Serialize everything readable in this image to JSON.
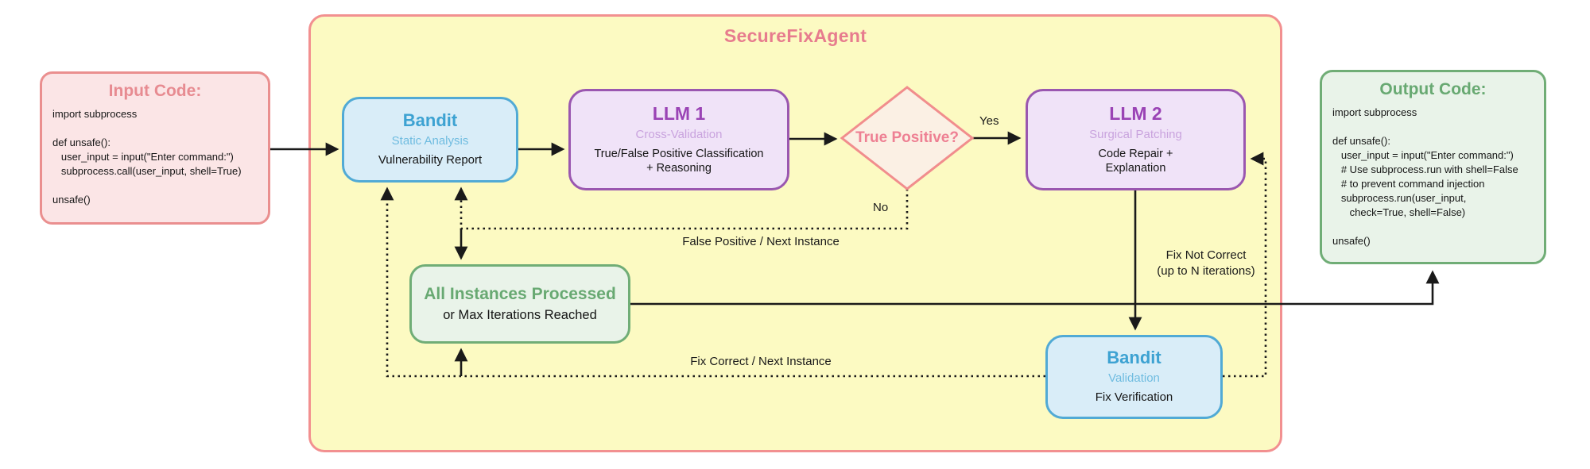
{
  "diagram": {
    "container": {
      "title": "SecureFixAgent"
    },
    "input_box": {
      "title": "Input Code:",
      "code": "import subprocess\n\ndef unsafe():\n   user_input = input(\"Enter command:\")\n   subprocess.call(user_input, shell=True)\n\nunsafe()"
    },
    "output_box": {
      "title": "Output Code:",
      "code": "import subprocess\n\ndef unsafe():\n   user_input = input(\"Enter command:\")\n   # Use subprocess.run with shell=False\n   # to prevent command injection\n   subprocess.run(user_input,\n      check=True, shell=False)\n\nunsafe()"
    },
    "bandit_static": {
      "title": "Bandit",
      "subtitle": "Static Analysis",
      "body": "Vulnerability Report"
    },
    "llm1": {
      "title": "LLM 1",
      "subtitle": "Cross-Validation",
      "body": "True/False Positive Classification\n+ Reasoning"
    },
    "decision": {
      "label": "True Positive?"
    },
    "llm2": {
      "title": "LLM 2",
      "subtitle": "Surgical Patching",
      "body": "Code Repair +\nExplanation"
    },
    "all_instances": {
      "title": "All Instances Processed",
      "body": "or Max Iterations Reached"
    },
    "bandit_validation": {
      "title": "Bandit",
      "subtitle": "Validation",
      "body": "Fix Verification"
    },
    "edge_labels": {
      "yes": "Yes",
      "no": "No",
      "false_positive": "False Positive / Next Instance",
      "fix_correct": "Fix Correct / Next Instance",
      "fix_not_correct": "Fix Not Correct\n(up to N iterations)"
    },
    "colors": {
      "container_fill": "#FCFAC2",
      "container_border": "#F29090",
      "pink_title": "#E77C8E",
      "input_fill": "#FBE5E6",
      "input_border": "#EA8F8F",
      "blue_fill": "#D9EDF8",
      "blue_border": "#51AAD5",
      "blue_title": "#3DA2D2",
      "purple_fill": "#F0E3F8",
      "purple_border": "#9A57B0",
      "purple_title": "#9A43B5",
      "green_fill": "#E9F3E9",
      "green_border": "#70AD76",
      "green_title": "#68A972",
      "diamond_fill": "#FBF0E4",
      "diamond_border": "#F18D8D",
      "arrow": "#1A1A1A"
    }
  }
}
